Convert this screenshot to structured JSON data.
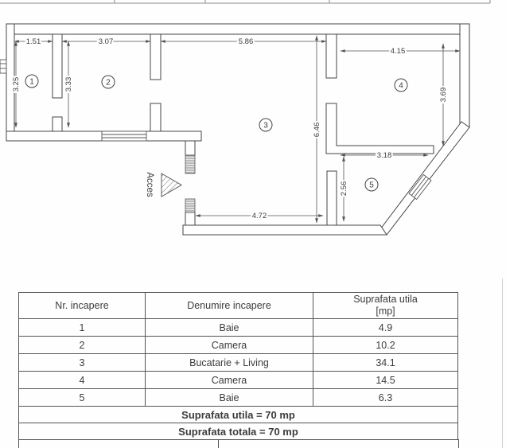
{
  "plan": {
    "access_label": "Acces",
    "rooms": [
      {
        "number": "1"
      },
      {
        "number": "2"
      },
      {
        "number": "3"
      },
      {
        "number": "4"
      },
      {
        "number": "5"
      }
    ],
    "dimensions": {
      "d_1_51": "1.51",
      "d_3_07": "3.07",
      "d_5_86": "5.86",
      "d_4_15": "4.15",
      "d_3_25": "3.25",
      "d_3_33": "3.33",
      "d_6_46": "6.46",
      "d_3_69": "3.69",
      "d_3_18": "3.18",
      "d_2_56": "2.56",
      "d_4_72": "4.72"
    }
  },
  "table": {
    "headers": {
      "col1": "Nr. incapere",
      "col2": "Denumire incapere",
      "col3_line1": "Suprafata utila",
      "col3_line2": "[mp]"
    },
    "rows": [
      {
        "nr": "1",
        "name": "Baie",
        "area": "4.9"
      },
      {
        "nr": "2",
        "name": "Camera",
        "area": "10.2"
      },
      {
        "nr": "3",
        "name": "Bucatarie + Living",
        "area": "34.1"
      },
      {
        "nr": "4",
        "name": "Camera",
        "area": "14.5"
      },
      {
        "nr": "5",
        "name": "Baie",
        "area": "6.3"
      }
    ],
    "footer_utila": "Suprafata utila  = 70 mp",
    "footer_totala": "Suprafata totala  = 70 mp"
  },
  "colors": {
    "ink": "#444444",
    "dim_line": "#555555",
    "paper": "#fefefe"
  }
}
